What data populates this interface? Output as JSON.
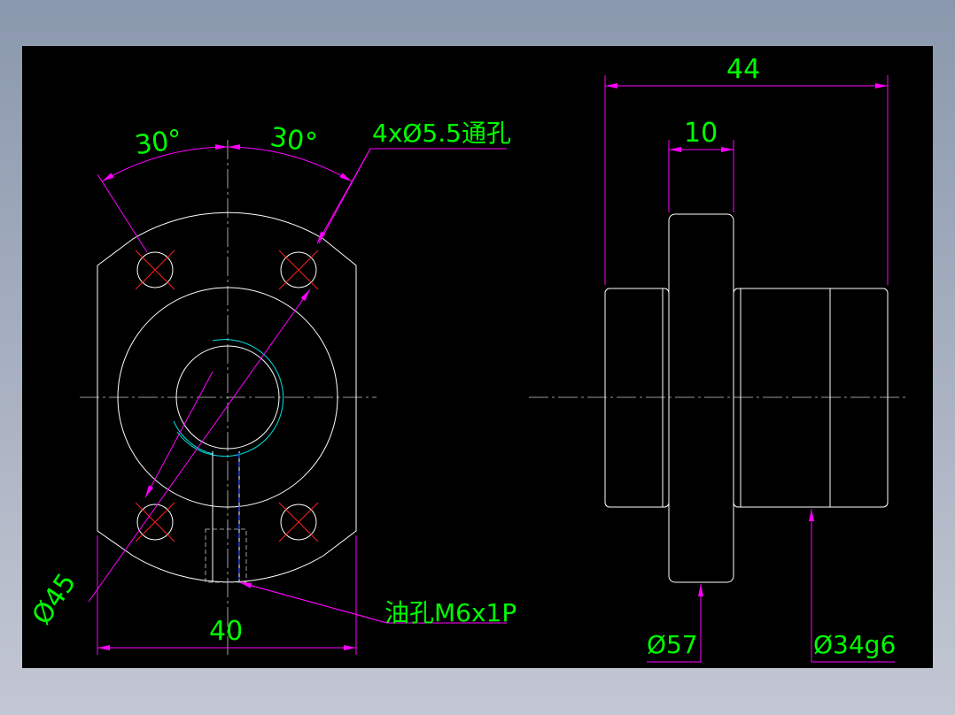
{
  "front_view": {
    "angle_left": "30°",
    "angle_right": "30°",
    "hole_note": "4xØ5.5通孔",
    "diameter_pcd": "Ø45",
    "width": "40",
    "oil_hole_note": "油孔M6x1P"
  },
  "side_view": {
    "length": "44",
    "flange_thickness": "10",
    "flange_diameter": "Ø57",
    "body_diameter": "Ø34g6"
  },
  "colors": {
    "background": "#000000",
    "outline": "#ffffff",
    "dimension": "#ff00ff",
    "text": "#00ff00",
    "hole_cross": "#ff2020"
  }
}
